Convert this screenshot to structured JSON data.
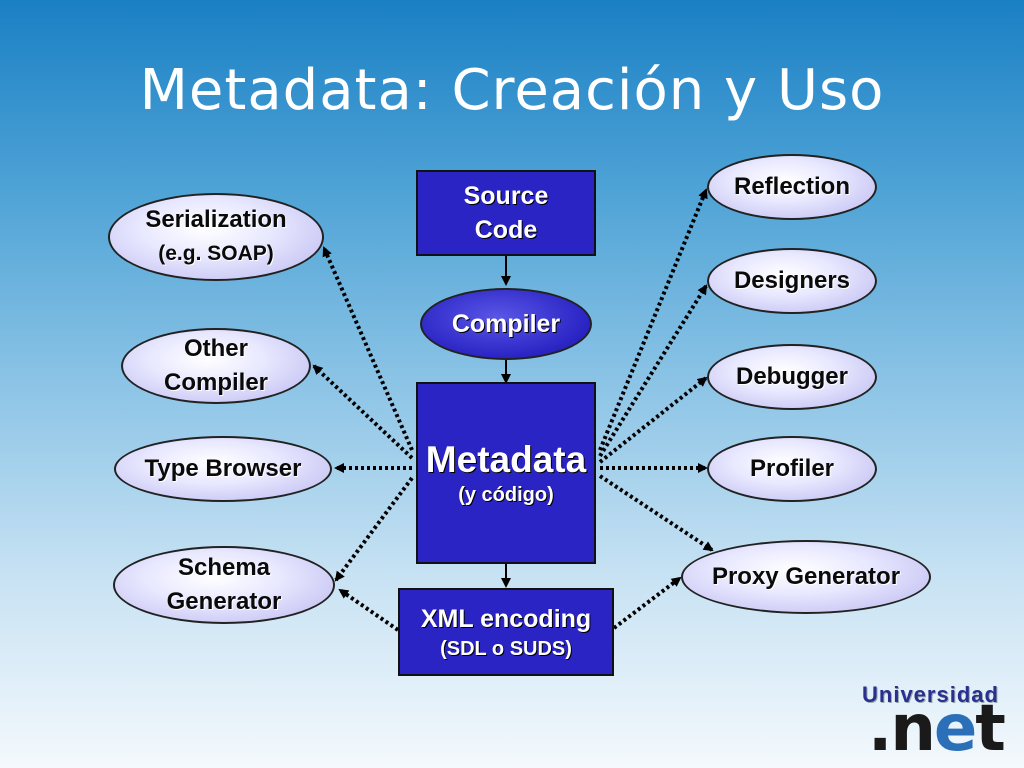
{
  "title": "Metadata:  Creación y Uso",
  "center": {
    "source_code": [
      "Source",
      "Code"
    ],
    "compiler": "Compiler",
    "metadata": "Metadata",
    "metadata_sub": "(y  código)",
    "xml": "XML encoding",
    "xml_sub": "(SDL o SUDS)"
  },
  "left": {
    "serialization": [
      "Serialization",
      "(e.g. SOAP)"
    ],
    "other_compiler": [
      "Other",
      "Compiler"
    ],
    "type_browser": "Type Browser",
    "schema_generator": [
      "Schema",
      "Generator"
    ]
  },
  "right": {
    "reflection": "Reflection",
    "designers": "Designers",
    "debugger": "Debugger",
    "profiler": "Profiler",
    "proxy_generator": "Proxy Generator"
  },
  "logo": {
    "top": "Universidad",
    "bottom_a": ".n",
    "bottom_e": "e",
    "bottom_b": "t"
  },
  "colors": {
    "box_fill": "#2a24c4",
    "oval_fill": "#d8d6f6",
    "title": "#ffffff"
  }
}
